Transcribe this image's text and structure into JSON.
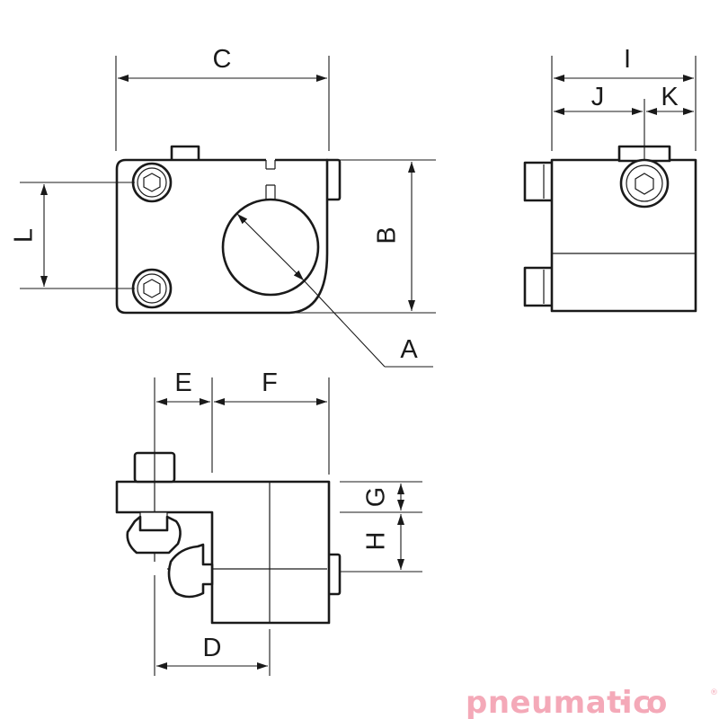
{
  "dimension_labels": {
    "a": "A",
    "b": "B",
    "c": "C",
    "d": "D",
    "e": "E",
    "f": "F",
    "g": "G",
    "h": "H",
    "i": "I",
    "j": "J",
    "k": "K",
    "l": "L"
  },
  "brand": {
    "name": "pneumatic",
    "suffix": "o",
    "registered": "®"
  },
  "colors": {
    "line": "#1a1a1a",
    "brand": "#f4a9b8"
  },
  "icons": {
    "socket_screw": "hex-socket-screw-icon"
  }
}
